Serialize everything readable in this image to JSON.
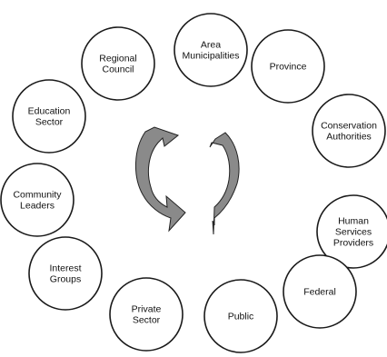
{
  "stakeholders": [
    {
      "key": "area-municipalities",
      "lines": [
        "Area",
        "Municipalities"
      ]
    },
    {
      "key": "province",
      "lines": [
        "Province"
      ]
    },
    {
      "key": "conservation-authorities",
      "lines": [
        "Conservation",
        "Authorities"
      ]
    },
    {
      "key": "human-services-providers",
      "lines": [
        "Human",
        "Services",
        "Providers"
      ]
    },
    {
      "key": "federal",
      "lines": [
        "Federal"
      ]
    },
    {
      "key": "public",
      "lines": [
        "Public"
      ]
    },
    {
      "key": "private-sector",
      "lines": [
        "Private",
        "Sector"
      ]
    },
    {
      "key": "interest-groups",
      "lines": [
        "Interest",
        "Groups"
      ]
    },
    {
      "key": "community-leaders",
      "lines": [
        "Community",
        "Leaders"
      ]
    },
    {
      "key": "education-sector",
      "lines": [
        "Education",
        "Sector"
      ]
    },
    {
      "key": "regional-council",
      "lines": [
        "Regional",
        "Council"
      ]
    }
  ],
  "cycle_icon": "circular-arrows-icon"
}
